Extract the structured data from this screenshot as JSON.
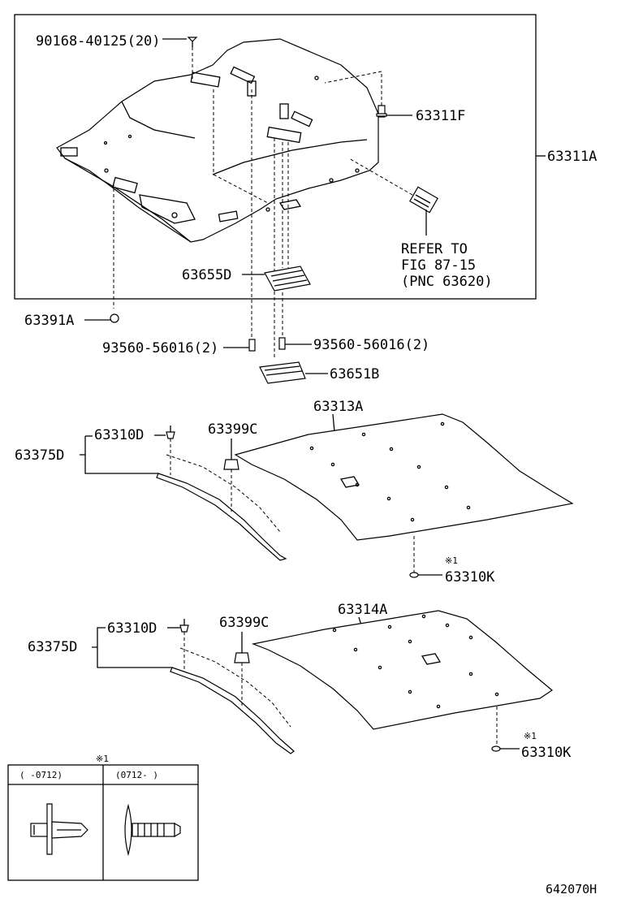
{
  "labels": {
    "p90168": "90168-40125(20)",
    "p63311F": "63311F",
    "p63311A": "63311A",
    "refer1": "REFER TO",
    "refer2": "FIG 87-15",
    "refer3": "(PNC 63620)",
    "p63655D": "63655D",
    "p63391A": "63391A",
    "p93560_left": "93560-56016(2)",
    "p93560_right": "93560-56016(2)",
    "p63651B": "63651B",
    "p63313A": "63313A",
    "p63310D_top": "63310D",
    "p63375D_top": "63375D",
    "p63399C_top": "63399C",
    "mark_top": "※1",
    "p63310K_top": "63310K",
    "p63314A": "63314A",
    "p63310D_bot": "63310D",
    "p63399C_bot": "63399C",
    "p63375D_bot": "63375D",
    "mark_bot": "※1",
    "p63310K_bot": "63310K",
    "legend_mark": "※1",
    "legend_left": "(    -0712)",
    "legend_right": "(0712-    )",
    "figure_code": "642070H"
  }
}
